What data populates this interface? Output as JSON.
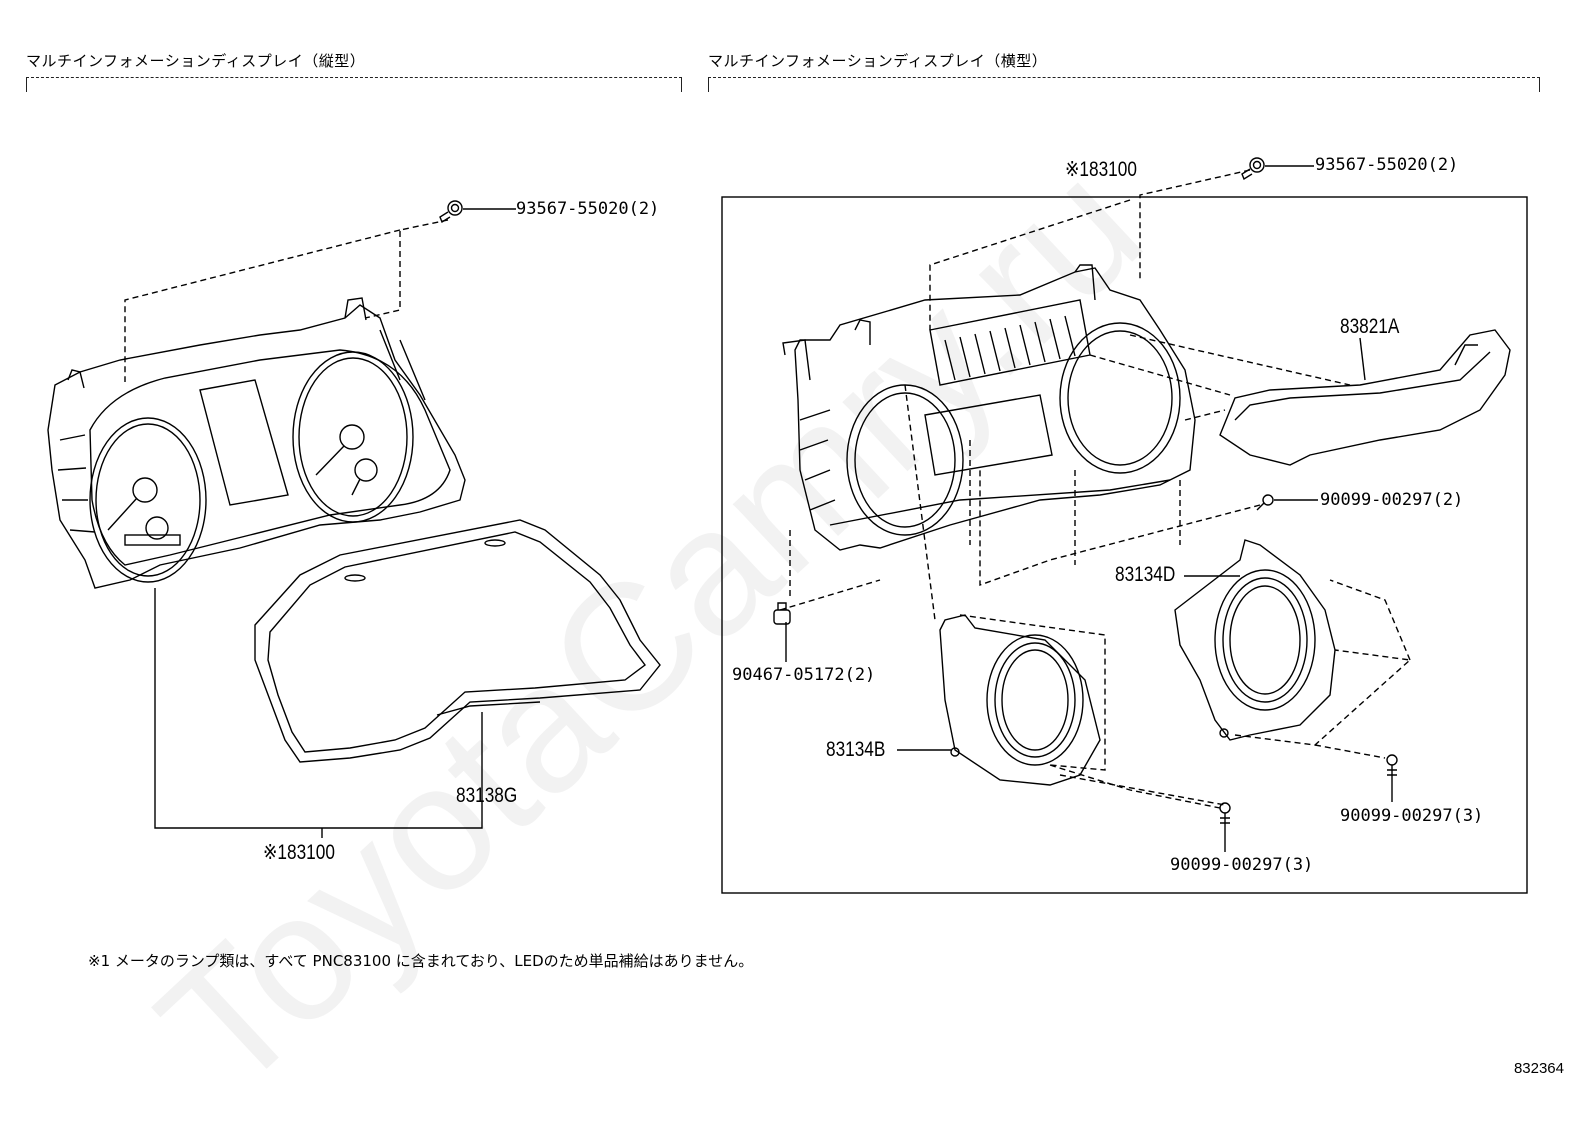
{
  "headers": {
    "left": "マルチインフォメーションディスプレイ（縦型）",
    "right": "マルチインフォメーションディスプレイ（横型）"
  },
  "left_labels": {
    "bolt": "93567-55020(2)",
    "lens": "83138G",
    "assembly": "※183100"
  },
  "right_labels": {
    "assembly": "※183100",
    "bolt": "93567-55020(2)",
    "cover": "83821A",
    "screw_a": "90099-00297(2)",
    "ring_d": "83134D",
    "clip": "90467-05172(2)",
    "ring_b": "83134B",
    "screw_b": "90099-00297(3)",
    "screw_c": "90099-00297(3)"
  },
  "footnote": "※1 メータのランプ類は、すべて PNC83100 に含まれており、LEDのため単品補給はありません。",
  "diagram_id": "832364",
  "watermark": "ToyotaCamry.ru"
}
